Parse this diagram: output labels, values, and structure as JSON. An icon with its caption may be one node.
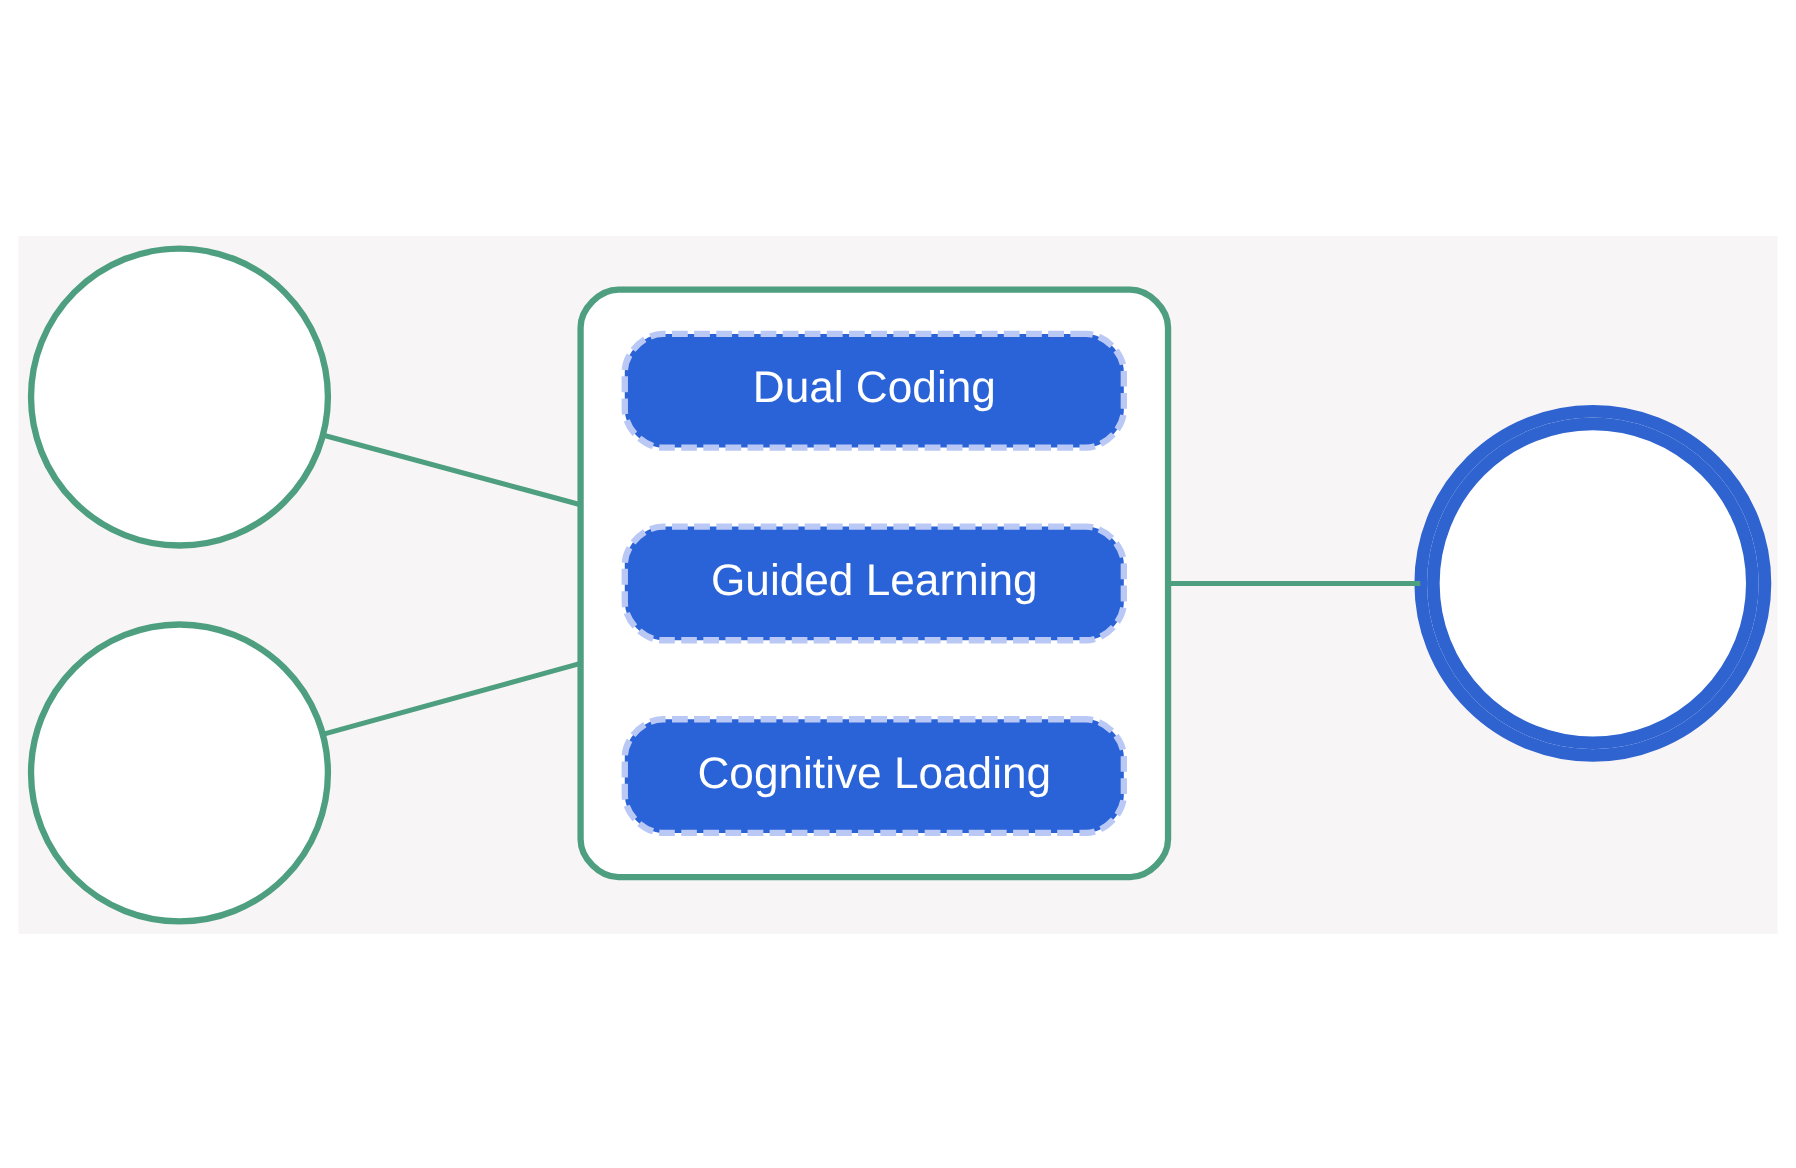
{
  "diagram": {
    "nodes": [
      {
        "text": [],
        "shape": "circle"
      },
      {
        "text": [],
        "shape": "circle"
      },
      {
        "text": [],
        "shape": "box"
      },
      {
        "text": [
          "Dual Coding"
        ],
        "in": 2
      },
      {
        "text": [
          "Guided Learning"
        ],
        "in": 2
      },
      {
        "text": [
          "Cognitive Loading"
        ],
        "in": 2
      },
      {
        "text": [],
        "shape": "circle"
      }
    ],
    "edges": [
      {
        "from": 0,
        "to": 2,
        "arrow": "none"
      },
      {
        "from": 1,
        "to": 2,
        "arrow": "none"
      },
      {
        "from": 2,
        "to": 6,
        "arrow": "none"
      }
    ]
  }
}
